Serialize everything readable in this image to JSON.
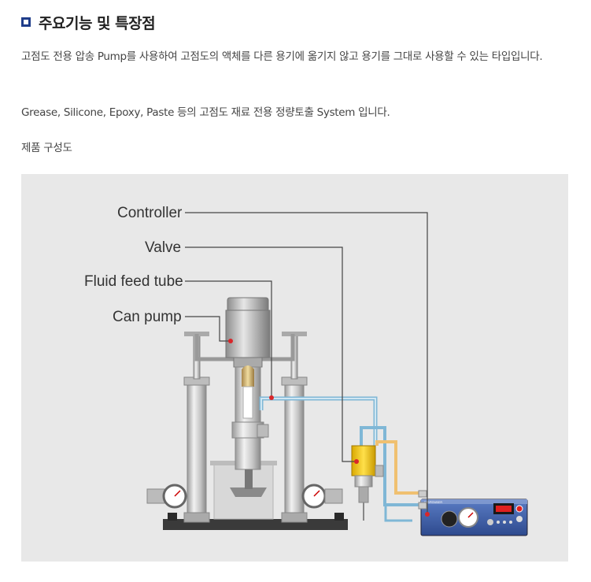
{
  "section": {
    "title": "주요기능 및 특장점"
  },
  "description": {
    "line1": "고점도 전용 압송 Pump를 사용하여 고점도의 액체를 다른 용기에 옮기지 않고 용기를 그대로 사용할 수 있는 타입입니다.",
    "line2": "Grease, Silicone, Epoxy, Paste 등의 고점도 재료 전용 정량토출 System 입니다.",
    "line3": "제품 구성도"
  },
  "diagram": {
    "labels": {
      "controller": "Controller",
      "valve": "Valve",
      "fluid_feed_tube": "Fluid feed tube",
      "can_pump": "Can pump"
    },
    "controller_panel_text": "DISPENSER",
    "icons": [
      "pressure-gauge-icon",
      "pressure-gauge-icon",
      "pressure-gauge-icon"
    ],
    "colors": {
      "background": "#e8e8e8",
      "leader_line": "#444444",
      "marker": "#d9262a",
      "tube_blue": "#7fb7d6",
      "tube_orange": "#f0c070",
      "valve_yellow": "#f5c400",
      "controller_blue": "#3e5ea8"
    }
  }
}
